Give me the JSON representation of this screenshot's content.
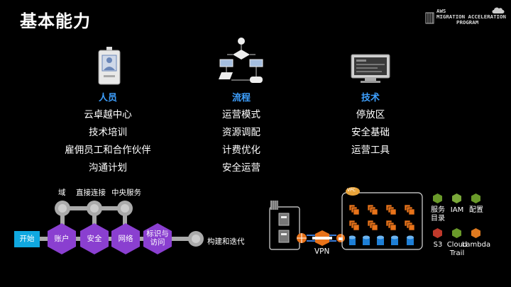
{
  "title": "基本能力",
  "logo": {
    "lines": [
      "AWS",
      "MIGRATION ACCELERATION",
      "PROGRAM"
    ]
  },
  "columns": [
    {
      "heading": "人员",
      "items": [
        "云卓越中心",
        "技术培训",
        "雇佣员工和合作伙伴",
        "沟通计划"
      ]
    },
    {
      "heading": "流程",
      "items": [
        "运营模式",
        "资源调配",
        "计费优化",
        "安全运营"
      ]
    },
    {
      "heading": "技术",
      "items": [
        "停放区",
        "安全基础",
        "运营工具"
      ]
    }
  ],
  "flow": {
    "top_labels": [
      "域",
      "直接连接",
      "中央服务"
    ],
    "start": "开始",
    "hexagons": [
      "账户",
      "安全",
      "网络",
      "标识与\n访问"
    ],
    "end_label": "构建和迭代"
  },
  "network": {
    "vpn_label": "VPN",
    "vpc_badge": "VPC"
  },
  "services": [
    {
      "name": "服务\n目录",
      "icon": "service-catalog-icon",
      "color": "#6a9a2a"
    },
    {
      "name": "IAM",
      "icon": "iam-key-icon",
      "color": "#7aa83a"
    },
    {
      "name": "配置",
      "icon": "config-icon",
      "color": "#6a9a2a"
    },
    {
      "name": "S3",
      "icon": "s3-bucket-icon",
      "color": "#c0392b"
    },
    {
      "name": "Cloud\nTrail",
      "icon": "cloudtrail-icon",
      "color": "#6a9a2a"
    },
    {
      "name": "Lambda",
      "icon": "lambda-icon",
      "color": "#e07a1f"
    }
  ],
  "colors": {
    "accent": "#3ea0ff",
    "hexagon": "#8a3fd0",
    "start": "#10a8e0",
    "instance": "#e8731a",
    "database": "#1e7fd6"
  }
}
